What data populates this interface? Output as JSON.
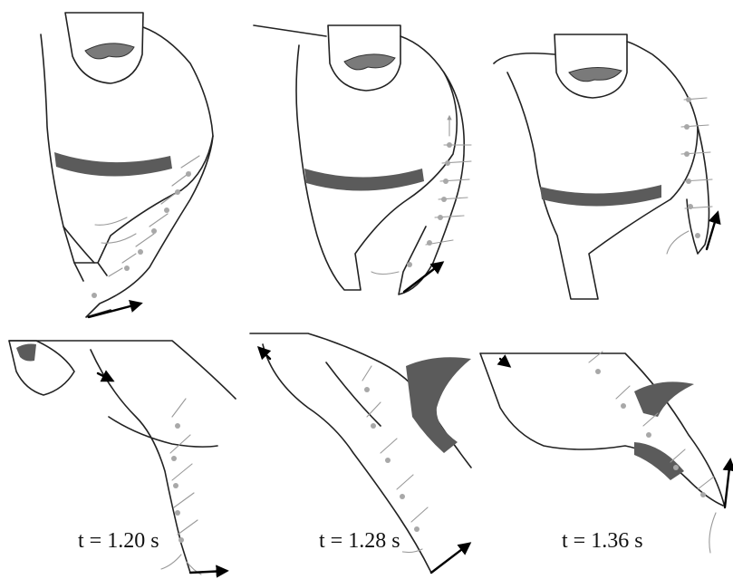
{
  "panels": [
    {
      "row": "top",
      "col": 1
    },
    {
      "row": "top",
      "col": 2
    },
    {
      "row": "top",
      "col": 3
    },
    {
      "row": "bottom",
      "col": 1,
      "time_label": "t = 1.20 s"
    },
    {
      "row": "bottom",
      "col": 2,
      "time_label": "t = 1.28 s"
    },
    {
      "row": "bottom",
      "col": 3,
      "time_label": "t = 1.36 s"
    }
  ],
  "colors": {
    "background": "#ffffff",
    "outline": "#222222",
    "swimsuit_band": "#5b5b5b",
    "flow_lines": "#9a9a9a",
    "force_arrow": "#000000"
  }
}
